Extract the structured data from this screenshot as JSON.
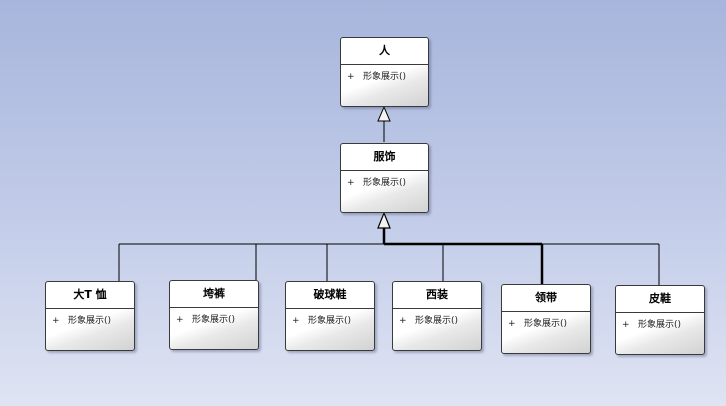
{
  "classes": [
    {
      "id": "person",
      "name": "人",
      "operations": [
        {
          "visibility": "+",
          "name": "形象展示()"
        }
      ]
    },
    {
      "id": "apparel",
      "name": "服饰",
      "operations": [
        {
          "visibility": "+",
          "name": "形象展示()"
        }
      ]
    },
    {
      "id": "tshirt",
      "name": "大T 恤",
      "operations": [
        {
          "visibility": "+",
          "name": "形象展示()"
        }
      ]
    },
    {
      "id": "baggy-pants",
      "name": "垮裤",
      "operations": [
        {
          "visibility": "+",
          "name": "形象展示()"
        }
      ]
    },
    {
      "id": "sneakers",
      "name": "破球鞋",
      "operations": [
        {
          "visibility": "+",
          "name": "形象展示()"
        }
      ]
    },
    {
      "id": "suit",
      "name": "西装",
      "operations": [
        {
          "visibility": "+",
          "name": "形象展示()"
        }
      ]
    },
    {
      "id": "tie",
      "name": "领带",
      "operations": [
        {
          "visibility": "+",
          "name": "形象展示()"
        }
      ]
    },
    {
      "id": "leather-shoes",
      "name": "皮鞋",
      "operations": [
        {
          "visibility": "+",
          "name": "形象展示()"
        }
      ]
    }
  ],
  "relationships": [
    {
      "type": "generalization",
      "from": "apparel",
      "to": "person"
    },
    {
      "type": "generalization",
      "from": "tshirt",
      "to": "apparel"
    },
    {
      "type": "generalization",
      "from": "baggy-pants",
      "to": "apparel"
    },
    {
      "type": "generalization",
      "from": "sneakers",
      "to": "apparel"
    },
    {
      "type": "generalization",
      "from": "suit",
      "to": "apparel"
    },
    {
      "type": "generalization",
      "from": "tie",
      "to": "apparel"
    },
    {
      "type": "generalization",
      "from": "leather-shoes",
      "to": "apparel"
    }
  ]
}
